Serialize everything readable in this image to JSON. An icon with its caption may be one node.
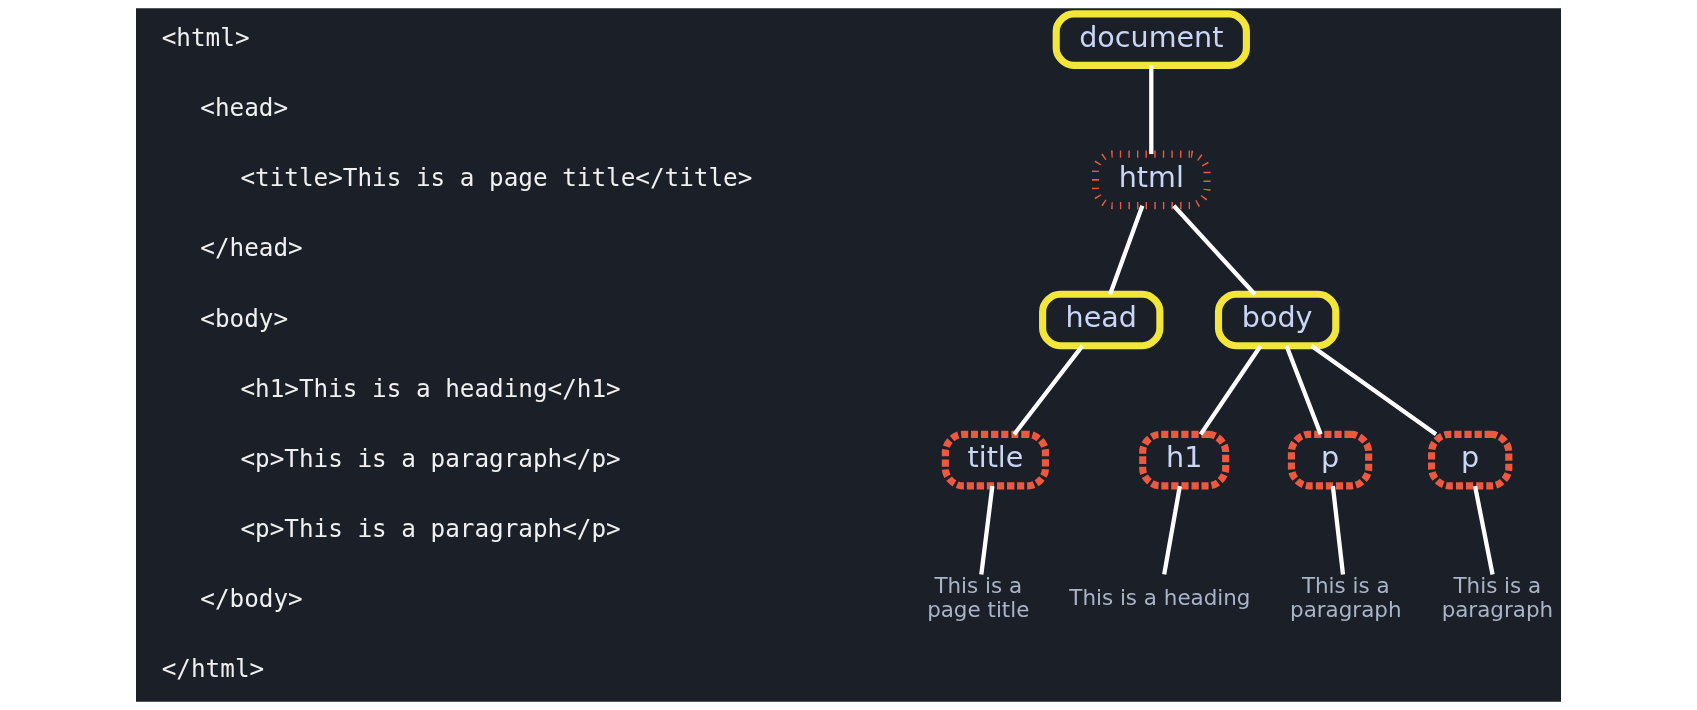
{
  "diagram": {
    "nodes": [
      {
        "text": [
          "document"
        ]
      },
      {
        "text": [
          "html"
        ]
      },
      {
        "text": [
          "head"
        ]
      },
      {
        "text": [
          "body"
        ]
      },
      {
        "text": [
          "title"
        ]
      },
      {
        "text": [
          "h1"
        ]
      },
      {
        "text": [
          "p"
        ]
      },
      {
        "text": [
          "p"
        ]
      },
      {
        "text": [
          "This is a page title"
        ]
      },
      {
        "text": [
          "This is a heading"
        ]
      },
      {
        "text": [
          "This is a paragraph"
        ]
      },
      {
        "text": [
          "This is a paragraph"
        ]
      }
    ],
    "edges": [
      {
        "from": 0,
        "to": 1,
        "arrow": "none"
      },
      {
        "from": 1,
        "to": 2,
        "arrow": "none"
      },
      {
        "from": 1,
        "to": 3,
        "arrow": "none"
      },
      {
        "from": 2,
        "to": 4,
        "arrow": "none"
      },
      {
        "from": 3,
        "to": 5,
        "arrow": "none"
      },
      {
        "from": 3,
        "to": 6,
        "arrow": "none"
      },
      {
        "from": 3,
        "to": 7,
        "arrow": "none"
      },
      {
        "from": 4,
        "to": 8,
        "arrow": "none"
      },
      {
        "from": 5,
        "to": 9,
        "arrow": "none"
      },
      {
        "from": 6,
        "to": 10,
        "arrow": "none"
      },
      {
        "from": 7,
        "to": 11,
        "arrow": "none"
      }
    ],
    "labels": [
      "<html>",
      "<head>",
      "<title>This is a page title</title>",
      "</head>",
      "<body>",
      "<h1>This is a heading</h1>",
      "<p>This is a paragraph</p>",
      "<p>This is a paragraph</p>",
      "</body>",
      "</html>"
    ]
  }
}
